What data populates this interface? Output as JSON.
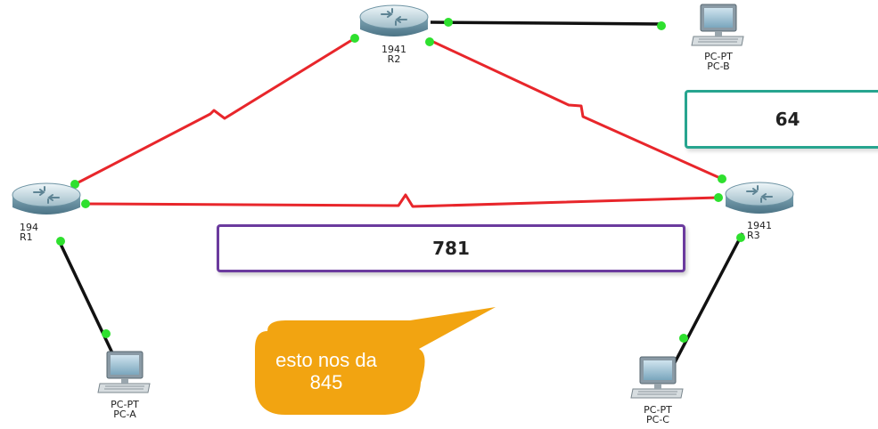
{
  "devices": [
    {
      "id": "r1",
      "kind": "router",
      "model": "194",
      "name": "R1"
    },
    {
      "id": "r2",
      "kind": "router",
      "model": "1941",
      "name": "R2"
    },
    {
      "id": "r3",
      "kind": "router",
      "model": "1941",
      "name": "R3"
    },
    {
      "id": "pca",
      "kind": "pc",
      "model": "PC-PT",
      "name": "PC-A"
    },
    {
      "id": "pcb",
      "kind": "pc",
      "model": "PC-PT",
      "name": "PC-B"
    },
    {
      "id": "pcc",
      "kind": "pc",
      "model": "PC-PT",
      "name": "PC-C"
    }
  ],
  "links": [
    {
      "from": "r1",
      "to": "r2",
      "type": "serial",
      "color": "#e8262b"
    },
    {
      "from": "r2",
      "to": "r3",
      "type": "serial",
      "color": "#e8262b"
    },
    {
      "from": "r1",
      "to": "r3",
      "type": "serial",
      "color": "#e8262b"
    },
    {
      "from": "r2",
      "to": "pcb",
      "type": "ethernet",
      "color": "#111111"
    },
    {
      "from": "r1",
      "to": "pca",
      "type": "ethernet",
      "color": "#111111"
    },
    {
      "from": "r3",
      "to": "pcc",
      "type": "ethernet",
      "color": "#111111"
    }
  ],
  "link_status_color": "#2ee02e",
  "annotations": {
    "box_64": "64",
    "box_781": "781",
    "callout": "esto nos da 845",
    "callout_color": "#f2a411"
  }
}
